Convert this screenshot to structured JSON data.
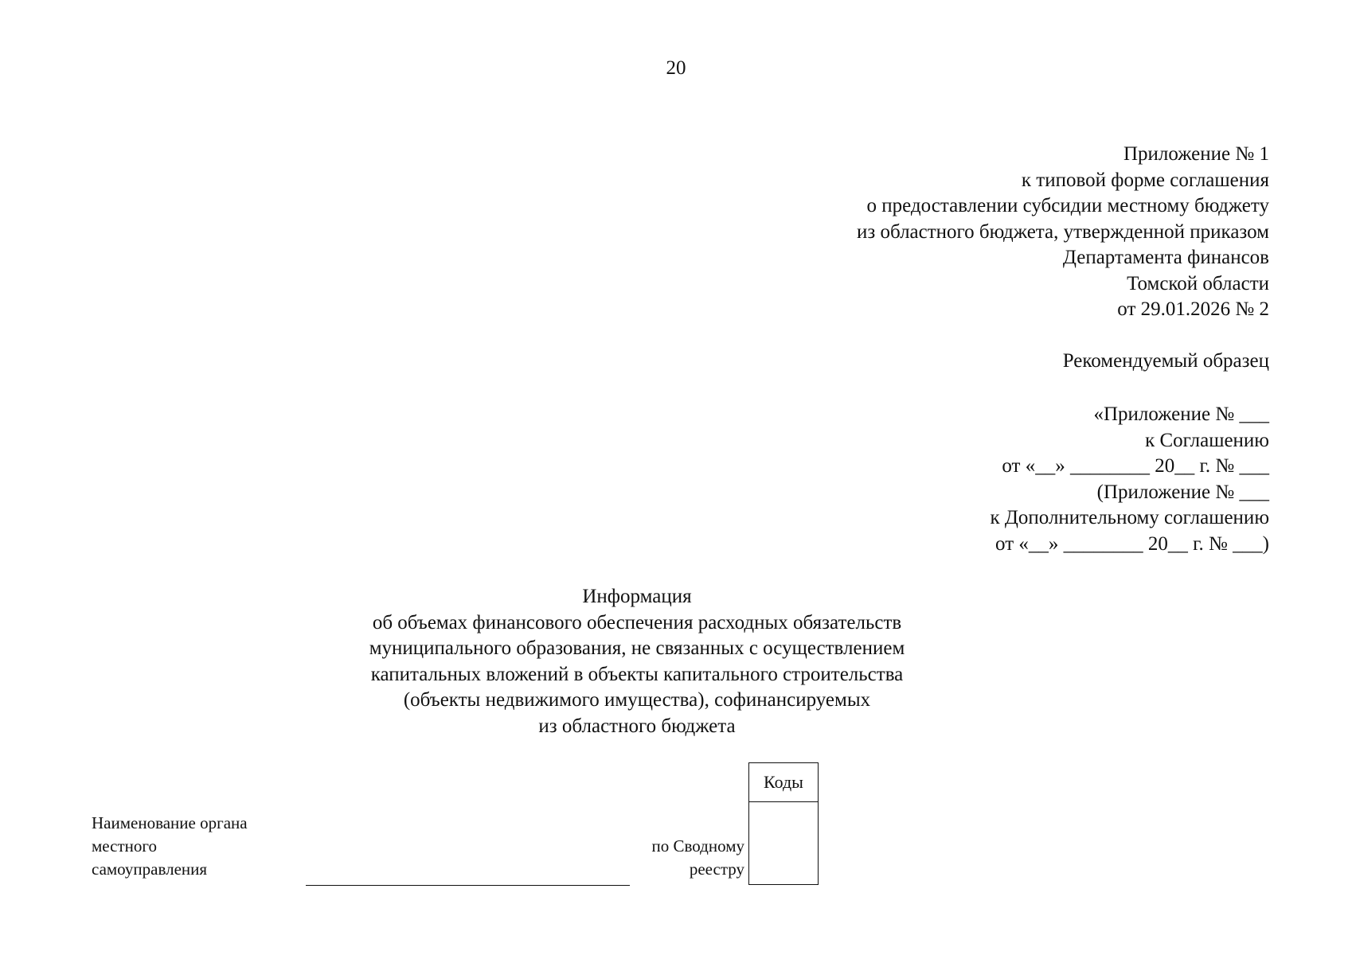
{
  "page_number": "20",
  "appendix_header": {
    "lines": [
      "Приложение № 1",
      "к типовой форме соглашения",
      "о предоставлении субсидии местному бюджету",
      "из областного бюджета, утвержденной приказом",
      "Департамента финансов",
      "Томской области",
      "от 29.01.2026 № 2"
    ]
  },
  "sample_label": "Рекомендуемый образец",
  "annex_reference": {
    "lines": [
      "«Приложение № ___",
      "к Соглашению",
      "от «__» ________ 20__ г. № ___",
      "(Приложение № ___",
      "к Дополнительному соглашению",
      "от «__» ________ 20__ г. № ___)"
    ]
  },
  "document_title": {
    "lines": [
      "Информация",
      "об объемах финансового обеспечения расходных обязательств",
      "муниципального образования, не связанных с осуществлением",
      "капитальных вложений в объекты капитального строительства",
      "(объекты недвижимого имущества), софинансируемых",
      "из областного бюджета"
    ]
  },
  "form": {
    "org_label_lines": [
      "Наименование органа",
      "местного",
      "самоуправления"
    ],
    "registry_label_lines": [
      "по Сводному",
      "реестру"
    ],
    "codes_header": "Коды",
    "codes_value": ""
  }
}
